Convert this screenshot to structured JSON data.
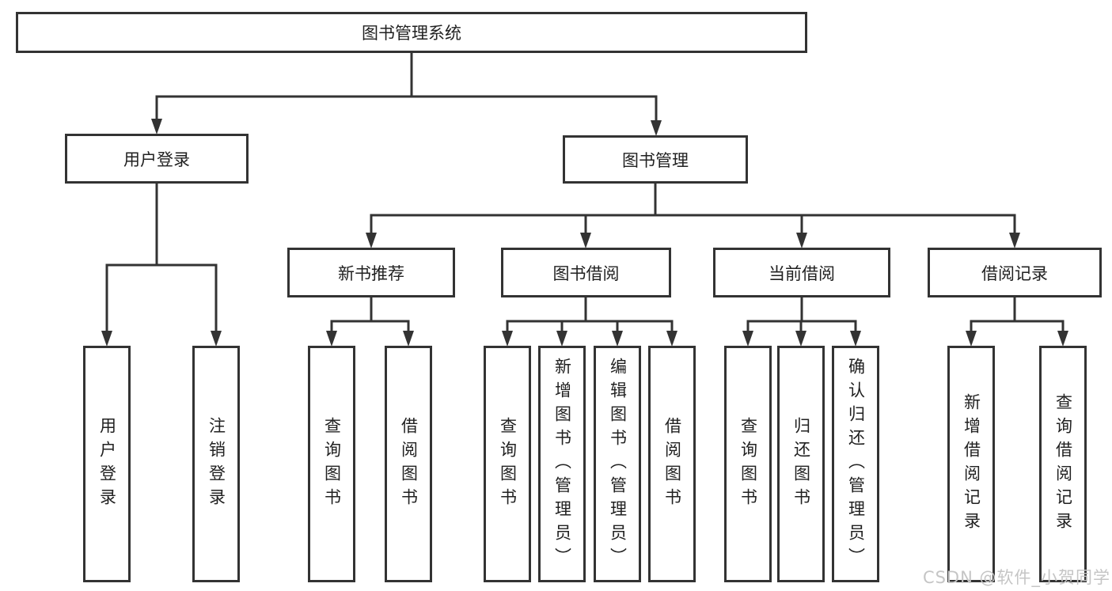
{
  "tree": {
    "root": {
      "label": "图书管理系统"
    },
    "branches": [
      {
        "label": "用户登录",
        "children": [
          {
            "label": "用户登录"
          },
          {
            "label": "注销登录"
          }
        ]
      },
      {
        "label": "图书管理",
        "children": [
          {
            "label": "新书推荐",
            "children": [
              {
                "label": "查询图书"
              },
              {
                "label": "借阅图书"
              }
            ]
          },
          {
            "label": "图书借阅",
            "children": [
              {
                "label": "查询图书"
              },
              {
                "label": "新增图书（管理员）"
              },
              {
                "label": "编辑图书（管理员）"
              },
              {
                "label": "借阅图书"
              }
            ]
          },
          {
            "label": "当前借阅",
            "children": [
              {
                "label": "查询图书"
              },
              {
                "label": "归还图书"
              },
              {
                "label": "确认归还（管理员）"
              }
            ]
          },
          {
            "label": "借阅记录",
            "children": [
              {
                "label": "新增借阅记录"
              },
              {
                "label": "查询借阅记录"
              }
            ]
          }
        ]
      }
    ]
  },
  "watermark": {
    "text": "CSDN @软件_小贺同学"
  },
  "colors": {
    "line": "#333333",
    "box_border": "#333333",
    "box_background": "#ffffff",
    "text": "#212121",
    "watermark": "#c5c5c5",
    "page_background": "#ffffff"
  }
}
